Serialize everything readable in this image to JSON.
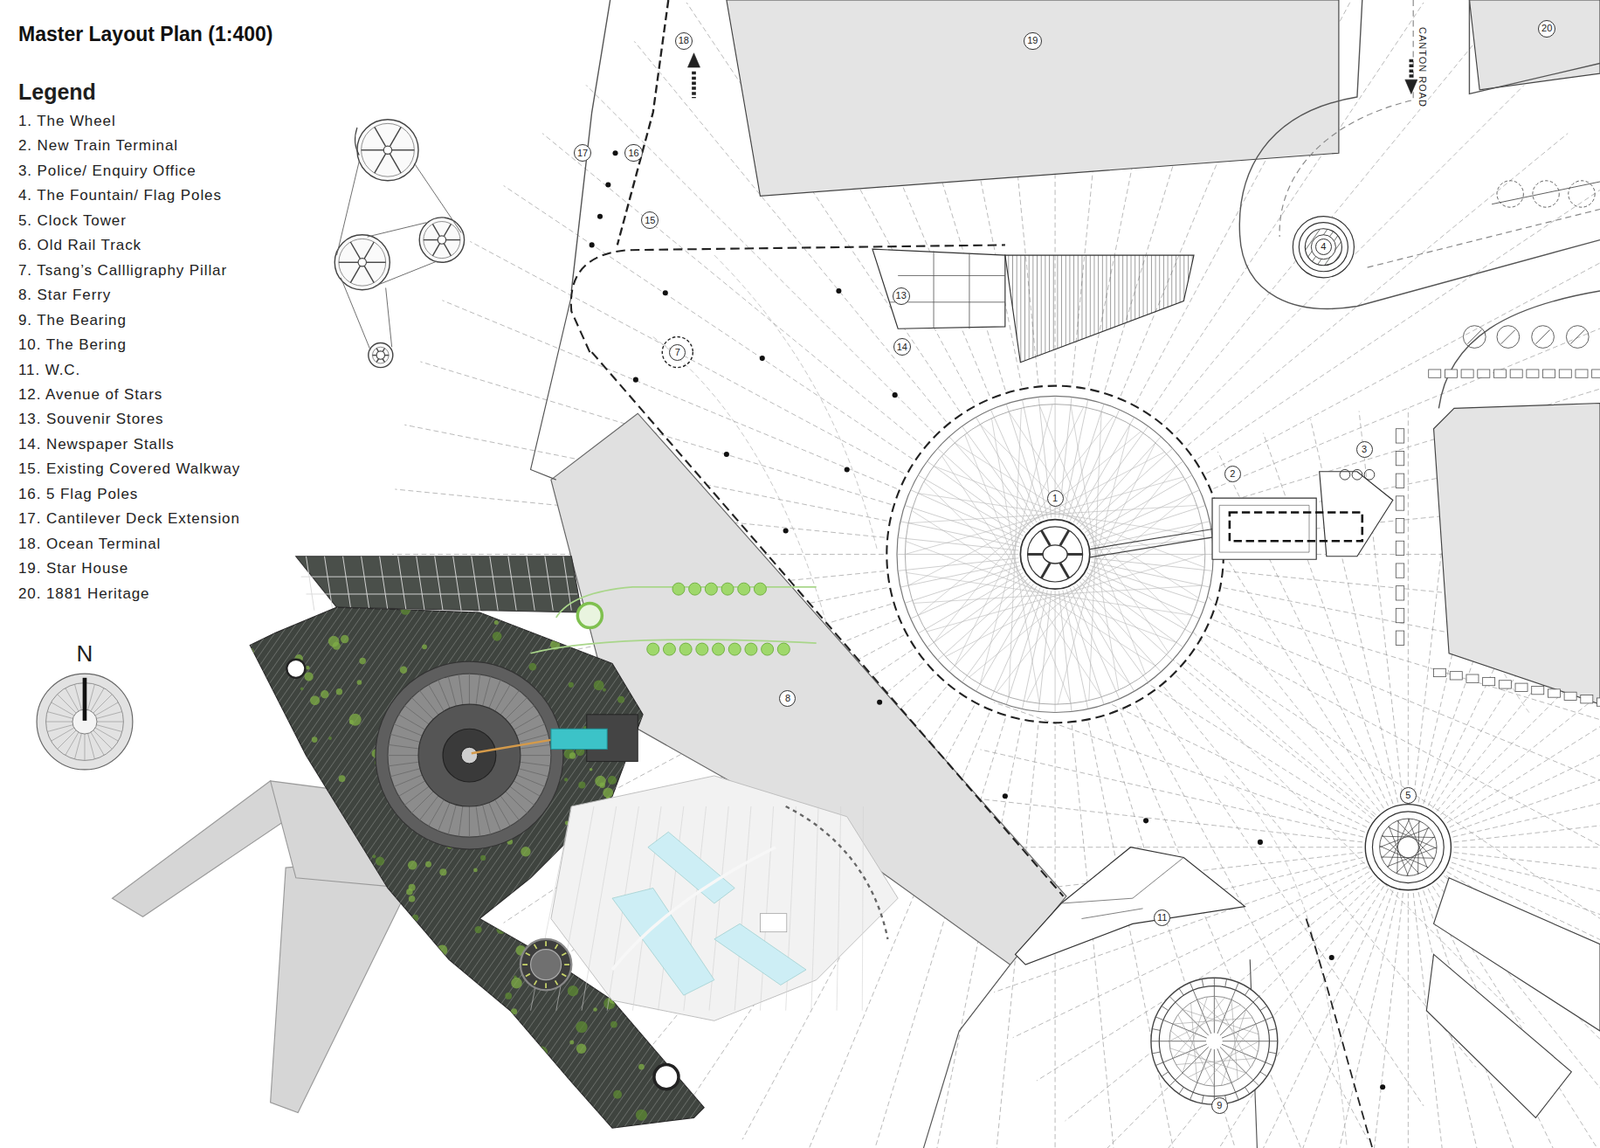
{
  "diagram": {
    "title": "Master Layout Plan (1:400)",
    "nodes": [
      {
        "text": [
          "20"
        ]
      },
      {
        "text": [
          "18"
        ]
      },
      {
        "text": [
          "19"
        ]
      },
      {
        "text": [
          "17"
        ]
      },
      {
        "text": [
          "16"
        ]
      },
      {
        "text": [
          "15"
        ]
      },
      {
        "text": [
          "4"
        ]
      },
      {
        "text": [
          "13"
        ]
      },
      {
        "text": [
          "14"
        ]
      },
      {
        "text": [
          "7"
        ]
      },
      {
        "text": [
          "3"
        ]
      },
      {
        "text": [
          "2"
        ]
      },
      {
        "text": [
          "1"
        ]
      },
      {
        "text": [
          "8"
        ]
      },
      {
        "text": [
          "5"
        ]
      },
      {
        "text": [
          "11"
        ]
      },
      {
        "text": [
          "9"
        ]
      }
    ],
    "labels": [
      "Legend",
      "N",
      "CANTON ROAD"
    ],
    "legend": [
      {
        "text": "1. The Wheel"
      },
      {
        "text": "2. New Train Terminal"
      },
      {
        "text": "3. Police/ Enquiry Office"
      },
      {
        "text": "4. The Fountain/ Flag Poles"
      },
      {
        "text": "5. Clock Tower"
      },
      {
        "text": "6. Old Rail Track"
      },
      {
        "text": "7. Tsang’s Callligraphy Pillar"
      },
      {
        "text": "8. Star Ferry"
      },
      {
        "text": "9. The Bearing"
      },
      {
        "text": "10. The Bering"
      },
      {
        "text": "11. W.C."
      },
      {
        "text": "12. Avenue of Stars"
      },
      {
        "text": "13. Souvenir Stores"
      },
      {
        "text": "14. Newspaper Stalls"
      },
      {
        "text": "15. Existing Covered Walkway"
      },
      {
        "text": "16. 5 Flag Poles"
      },
      {
        "text": "17. Cantilever Deck Extension"
      },
      {
        "text": "18. Ocean Terminal"
      },
      {
        "text": "19. Star House"
      },
      {
        "text": "20. 1881 Heritage"
      }
    ]
  }
}
